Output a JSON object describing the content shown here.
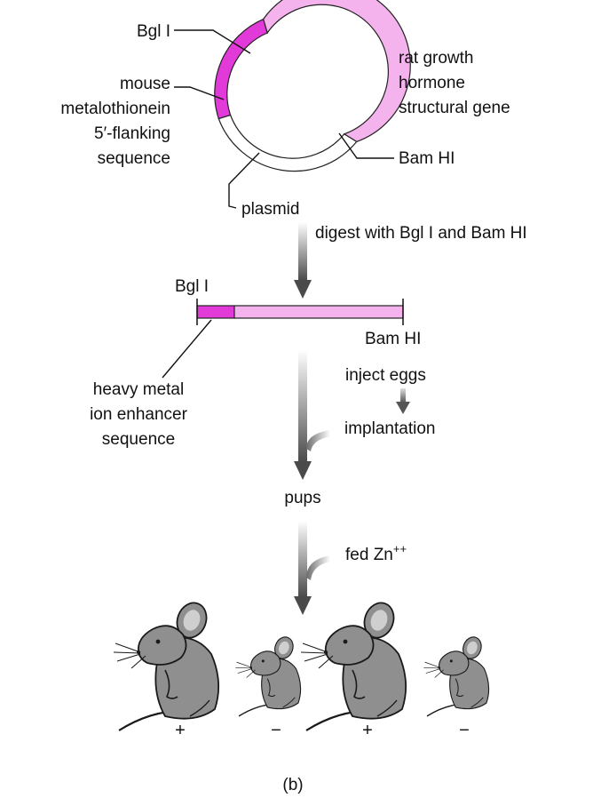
{
  "plasmid": {
    "bgl1_label": "Bgl I",
    "flank_label_lines": [
      "mouse",
      "metalothionein",
      "5′-flanking",
      "sequence"
    ],
    "gene_label_lines": [
      "rat growth",
      "hormone",
      "structural gene"
    ],
    "bamhi_label": "Bam HI",
    "plasmid_label": "plasmid"
  },
  "step_digest": {
    "label": "digest with Bgl I and Bam HI"
  },
  "fragment": {
    "bgl1_label": "Bgl I",
    "bamhi_label": "Bam HI",
    "enhancer_lines": [
      "heavy metal",
      "ion enhancer",
      "sequence"
    ]
  },
  "step_inject": {
    "inject_label": "inject eggs",
    "implant_label": "implantation"
  },
  "pups_label": "pups",
  "step_feed": {
    "label_base": "fed Zn",
    "label_sup": "++"
  },
  "mice": [
    {
      "size": "large",
      "sign": "+"
    },
    {
      "size": "small",
      "sign": "−"
    },
    {
      "size": "large",
      "sign": "+"
    },
    {
      "size": "small",
      "sign": "−"
    }
  ],
  "panel_label": "(b)",
  "colors": {
    "dark_magenta": "#e23ad8",
    "light_pink": "#f5b3ee",
    "mouse_gray": "#8f8f8f",
    "mouse_outline": "#1a1a1a",
    "arrow_gray": "#555555"
  }
}
